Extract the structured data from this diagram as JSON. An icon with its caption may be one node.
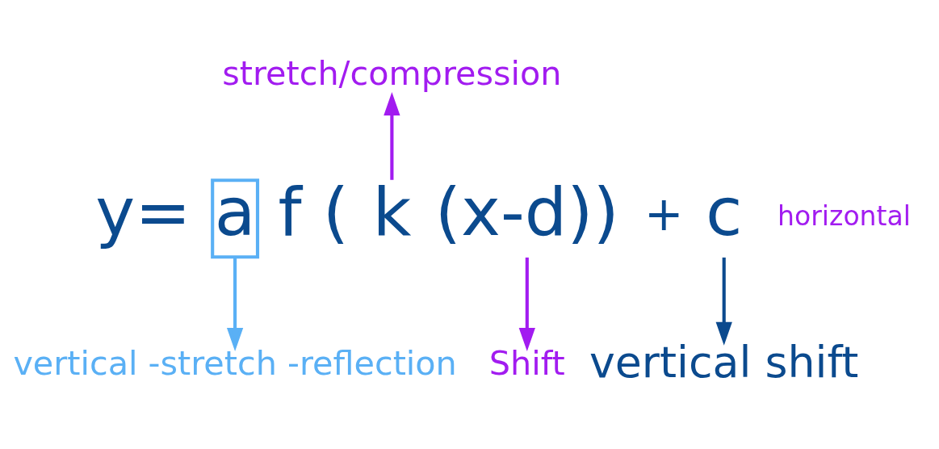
{
  "diagram": {
    "nodes": [
      {
        "text": [
          "y="
        ]
      },
      {
        "text": [
          "a"
        ]
      },
      {
        "text": [
          "f ("
        ]
      },
      {
        "text": [
          "k"
        ]
      },
      {
        "text": [
          "(x-d))"
        ]
      },
      {
        "text": [
          "+"
        ]
      },
      {
        "text": [
          "c"
        ]
      },
      {
        "text": [
          "stretch/compression"
        ]
      },
      {
        "text": [
          "vertical -stretch -reflection"
        ]
      },
      {
        "text": [
          "Shift"
        ]
      },
      {
        "text": [
          "vertical shift"
        ]
      }
    ],
    "edges": [
      {
        "from": 3,
        "to": 7,
        "arrow": "to",
        "color": "#a21cf0"
      },
      {
        "from": 1,
        "to": 8,
        "arrow": "to",
        "color": "#5ab0f5"
      },
      {
        "from": 4,
        "to": 9,
        "arrow": "to",
        "color": "#a21cf0"
      },
      {
        "from": 6,
        "to": 10,
        "arrow": "to",
        "color": "#0b4a8e"
      }
    ],
    "labels": [
      "horizontal"
    ]
  }
}
